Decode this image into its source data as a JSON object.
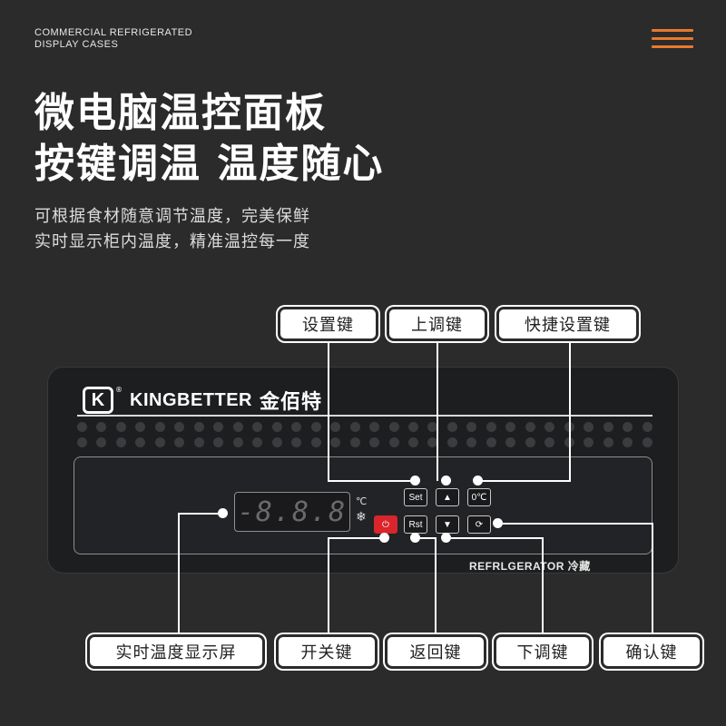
{
  "header": {
    "brand_line1": "COMMERCIAL REFRIGERATED",
    "brand_line2": "DISPLAY CASES",
    "menu_icon": "hamburger-menu-icon",
    "accent_color": "#e8792b"
  },
  "hero": {
    "title_line1": "微电脑温控面板",
    "title_line2": "按键调温  温度随心",
    "desc_line1": "可根据食材随意调节温度，完美保鲜",
    "desc_line2": "实时显示柜内温度，精准温控每一度"
  },
  "top_labels": {
    "set": "设置键",
    "up": "上调键",
    "quick_set": "快捷设置键"
  },
  "bottom_labels": {
    "display": "实时温度显示屏",
    "power": "开关键",
    "return": "返回键",
    "down": "下调键",
    "confirm": "确认键"
  },
  "panel": {
    "logo_letter": "K",
    "logo_reg": "®",
    "logo_text": "KINGBETTER",
    "logo_cn": "金佰特",
    "display_value": "-8.8.8",
    "unit": "℃",
    "snow_icon": "❄",
    "keys": {
      "set": "Set",
      "up": "▲",
      "zero_c": "0℃",
      "rst": "Rst",
      "down": "▼",
      "confirm_icon": "⟳",
      "power_icon": "⏻"
    },
    "model": "REFRLGERATOR 冷藏",
    "power_color": "#d9252b"
  }
}
